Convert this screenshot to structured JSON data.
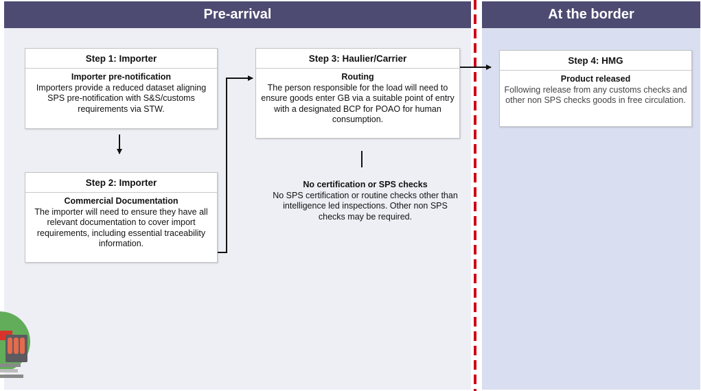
{
  "colors": {
    "banner": "#4d4b72",
    "pre_arrival_bg": "#eeeff5",
    "border_bg": "#d9def0",
    "divider": "#cc0a18",
    "arrow": "#111111"
  },
  "sections": {
    "pre_arrival": {
      "title": "Pre-arrival"
    },
    "at_border": {
      "title": "At the border"
    }
  },
  "steps": [
    {
      "title": "Step 1: Importer",
      "subtitle": "Importer pre-notification",
      "text": "Importers provide a reduced dataset aligning SPS pre-notification with S&S/customs requirements via STW."
    },
    {
      "title": "Step 2: Importer",
      "subtitle": "Commercial Documentation",
      "text": "The importer will need to ensure they have all relevant documentation to cover import requirements, including essential traceability information."
    },
    {
      "title": "Step 3: Haulier/Carrier",
      "subtitle": "Routing",
      "text": "The person responsible for the load will need to ensure goods enter GB via a suitable point of entry with a designated BCP for POAO for human consumption."
    },
    {
      "title": "Step 4: HMG",
      "subtitle": "Product released",
      "text": "Following release from any customs checks and other non  SPS checks goods in free circulation."
    }
  ],
  "note": {
    "title": "No certification or SPS checks",
    "text": "No SPS certification or routine checks other than intelligence led inspections. Other non SPS checks may be required."
  },
  "icons": {
    "corner": "truck-illustration-icon"
  }
}
